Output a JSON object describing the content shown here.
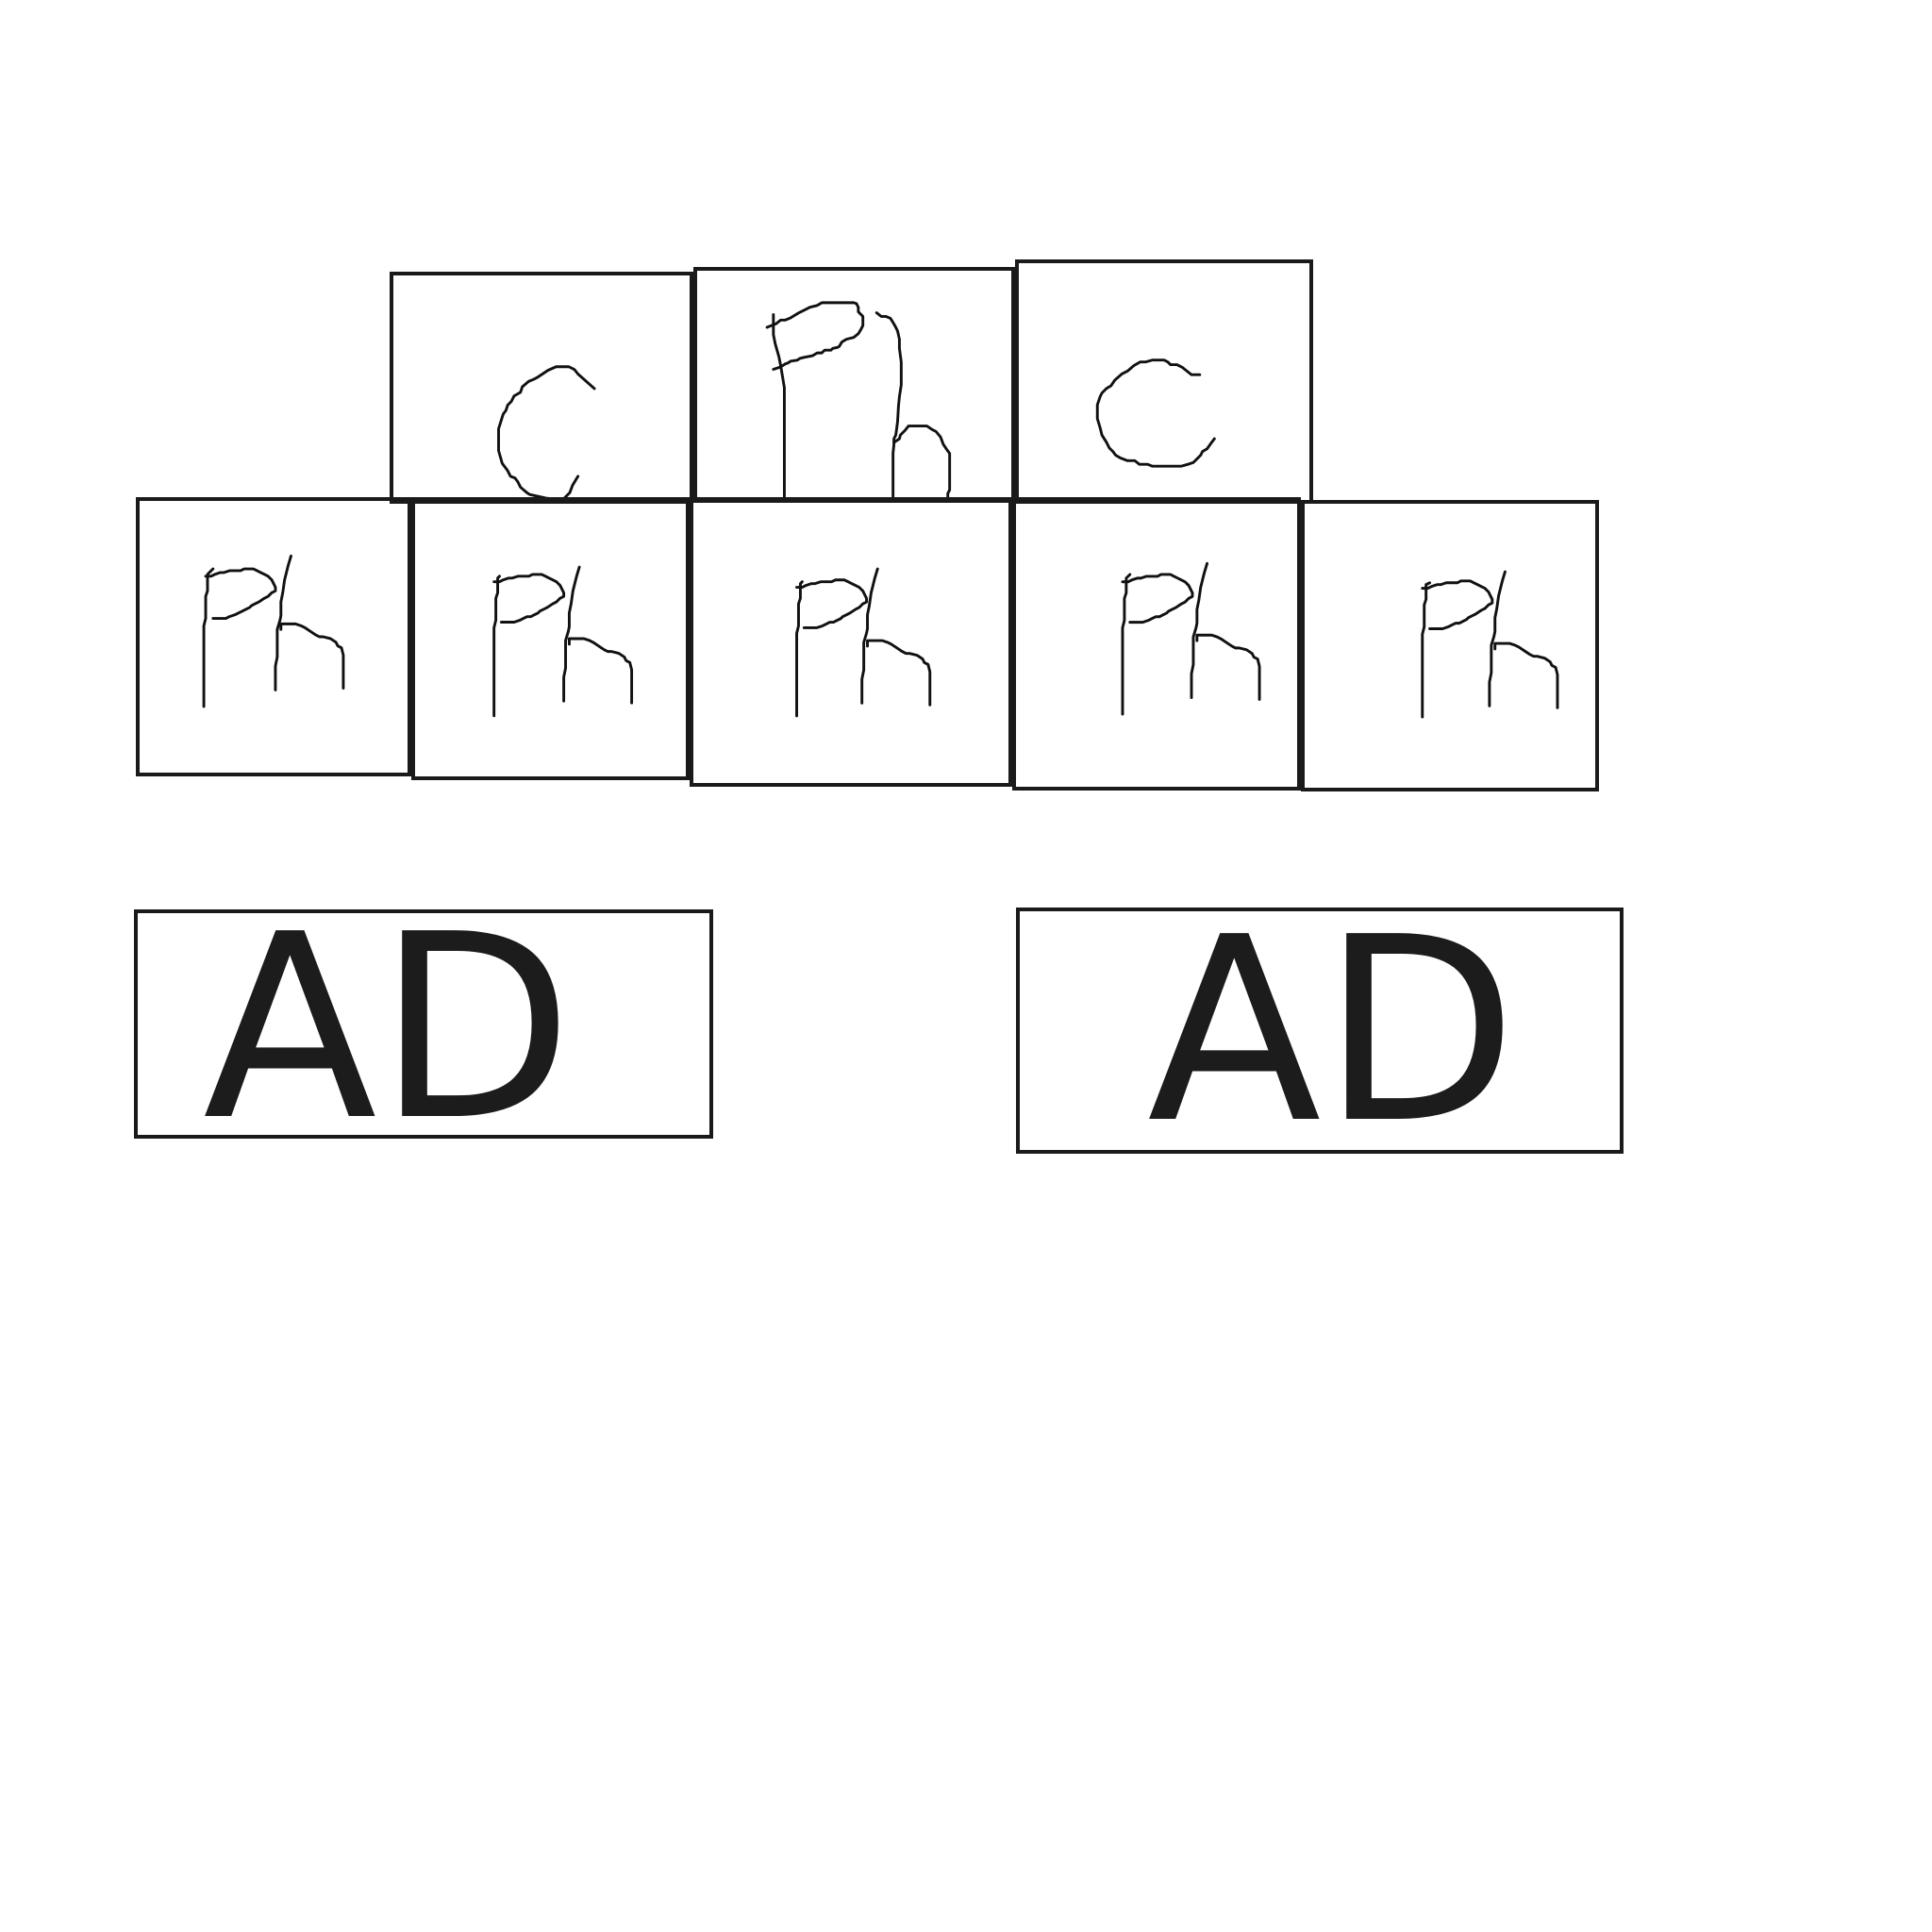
{
  "top_row": [
    {
      "label": "C"
    },
    {
      "label": "Ph"
    },
    {
      "label": "C"
    }
  ],
  "middle_row": [
    {
      "label": "Ph"
    },
    {
      "label": "Ph"
    },
    {
      "label": "Ph"
    },
    {
      "label": "Ph"
    },
    {
      "label": "Ph"
    }
  ],
  "bottom_row": [
    {
      "label": "AD"
    },
    {
      "label": "AD"
    }
  ],
  "colors": {
    "stroke": "#1a1a1a",
    "text": "#1c1c1c",
    "background": "#ffffff"
  }
}
